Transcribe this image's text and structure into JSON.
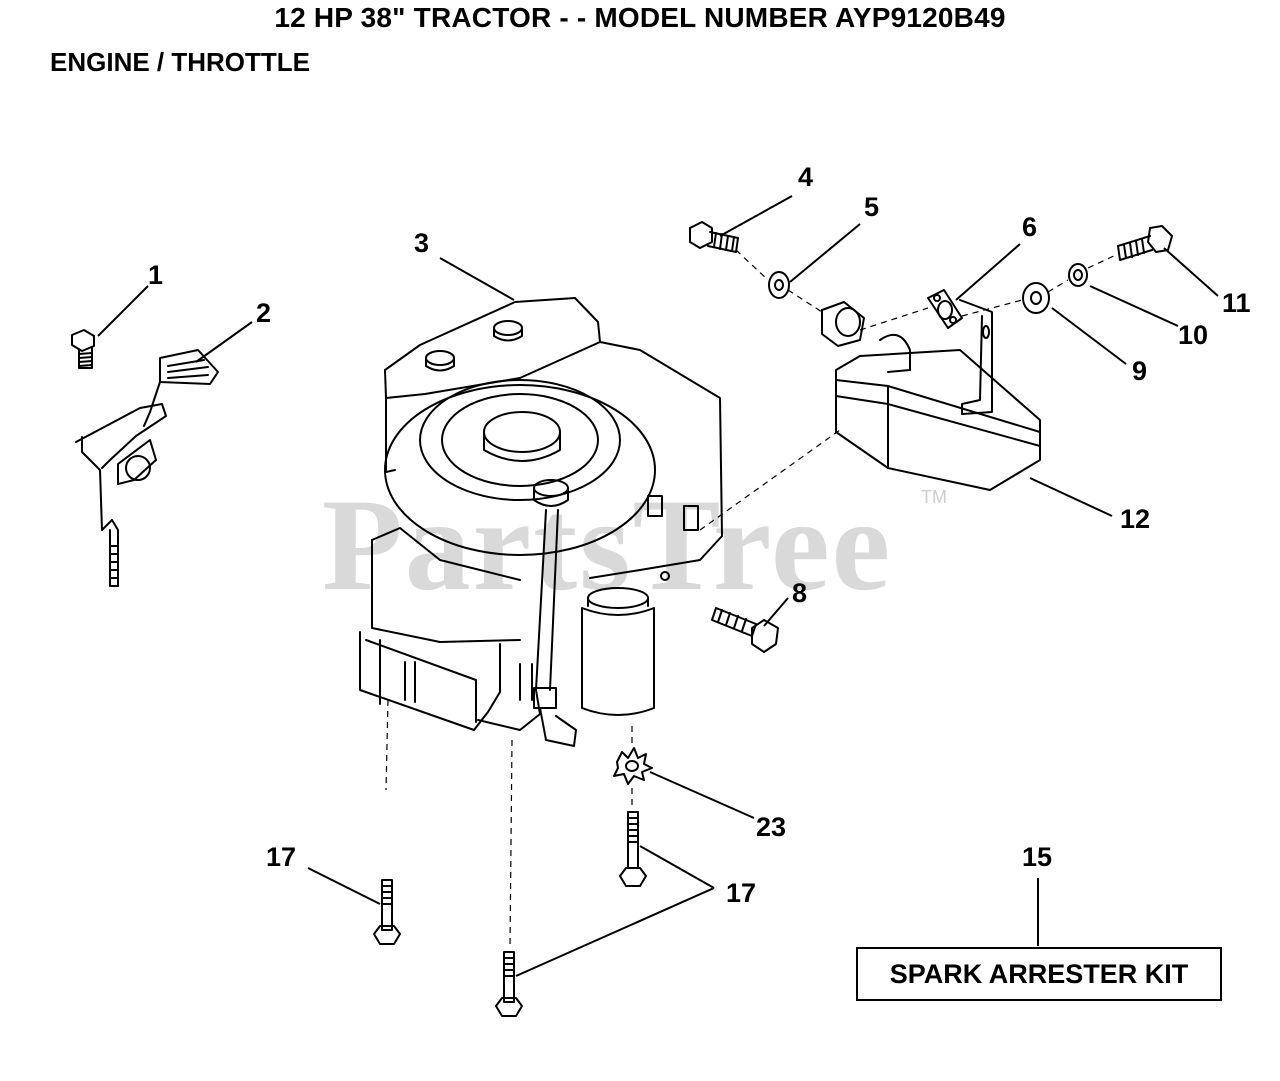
{
  "header": {
    "title": "12 HP 38\" TRACTOR - - MODEL NUMBER AYP9120B49",
    "section": "ENGINE / THROTTLE"
  },
  "watermark": {
    "text": "PartsTree",
    "trademark": "TM"
  },
  "callouts": {
    "c1": "1",
    "c2": "2",
    "c3": "3",
    "c4": "4",
    "c5": "5",
    "c6": "6",
    "c8": "8",
    "c9": "9",
    "c10": "10",
    "c11": "11",
    "c12": "12",
    "c15": "15",
    "c17a": "17",
    "c17b": "17",
    "c23": "23"
  },
  "spark_arrester_kit": {
    "label": "SPARK ARRESTER KIT"
  }
}
